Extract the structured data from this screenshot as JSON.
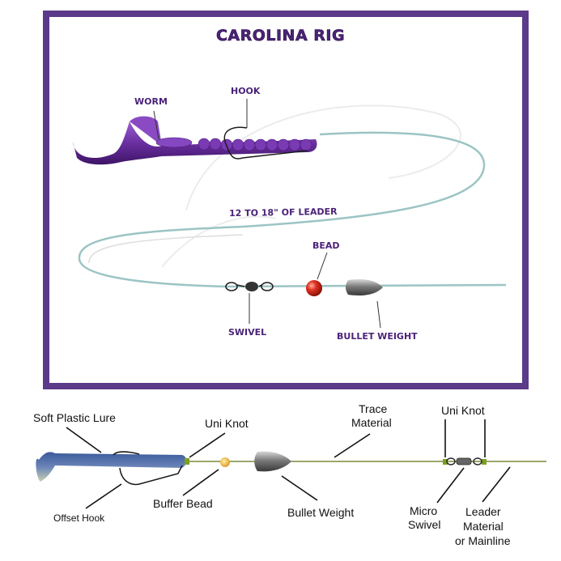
{
  "top_diagram": {
    "title": "CAROLINA RIG",
    "labels": {
      "worm": "WORM",
      "hook": "HOOK",
      "leader": "12 TO 18\" OF LEADER",
      "bead": "BEAD",
      "swivel": "SWIVEL",
      "bullet_weight": "BULLET WEIGHT"
    },
    "colors": {
      "border": "#5b3a8a",
      "label_text": "#4b2379",
      "worm": "#6a2fa0",
      "line": "#9cc4c4",
      "bead": "#cc2a1c"
    }
  },
  "bottom_diagram": {
    "labels": {
      "soft_plastic_lure": "Soft Plastic Lure",
      "uni_knot_left": "Uni Knot",
      "offset_hook": "Offset Hook",
      "buffer_bead": "Buffer Bead",
      "bullet_weight": "Bullet Weight",
      "trace_material_1": "Trace",
      "trace_material_2": "Material",
      "uni_knot_right": "Uni Knot",
      "micro_swivel_1": "Micro",
      "micro_swivel_2": "Swivel",
      "leader_1": "Leader",
      "leader_2": "Material",
      "leader_3": "or Mainline"
    },
    "colors": {
      "line": "#7a8a3a",
      "knot": "#7aa020",
      "bead": "#e8b040"
    }
  }
}
